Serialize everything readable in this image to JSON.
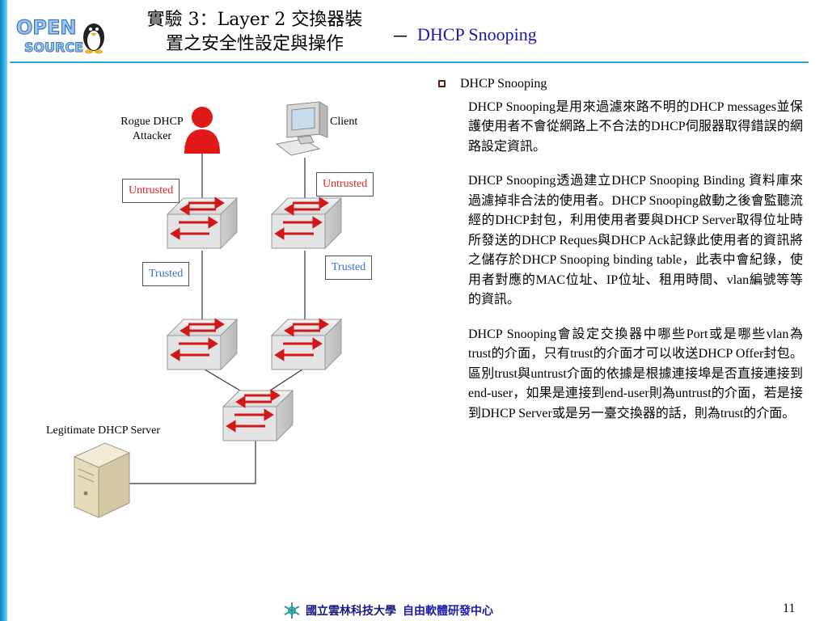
{
  "header": {
    "title_line1": "實驗 3：Layer 2 交換器裝",
    "title_line2": "置之安全性設定與操作",
    "dash": "－",
    "subtitle": "DHCP Snooping",
    "logo_line1": "OPEN",
    "logo_line2": "SOURCE"
  },
  "diagram": {
    "attacker_label_line1": "Rogue DHCP",
    "attacker_label_line2": "Attacker",
    "client_label": "Client",
    "server_label": "Legitimate DHCP Server",
    "untrusted_left": "Untrusted",
    "untrusted_right": "Untrusted",
    "trusted_left": "Trusted",
    "trusted_right": "Trusted",
    "colors": {
      "untrusted": "#e02020",
      "trusted": "#3a6fd8",
      "attacker": "#e01818"
    }
  },
  "content": {
    "bullet_title": "DHCP  Snooping",
    "paragraphs": [
      "DHCP Snooping是用來過濾來路不明的DHCP messages並保護使用者不會從網路上不合法的DHCP伺服器取得錯誤的網路設定資訊。",
      "DHCP Snooping透過建立DHCP Snooping Binding 資料庫來過濾掉非合法的使用者。DHCP Snooping啟動之後會監聽流經的DHCP封包，利用使用者要與DHCP Server取得位址時所發送的DHCP Reques與DHCP Ack記錄此使用者的資訊將之儲存於DHCP Snooping binding table，此表中會紀錄，使用者對應的MAC位址、IP位址、租用時間、vlan編號等等的資訊。",
      "DHCP Snooping會設定交換器中哪些Port或是哪些vlan為trust的介面，只有trust的介面才可以收送DHCP Offer封包。區別trust與untrust介面的依據是根據連接埠是否直接連接到end-user，如果是連接到end-user則為untrust的介面，若是接到DHCP Server或是另一臺交換器的話，則為trust的介面。"
    ]
  },
  "footer": {
    "university": "國立雲林科技大學",
    "center": "自由軟體研發中心",
    "page_number": "11"
  }
}
